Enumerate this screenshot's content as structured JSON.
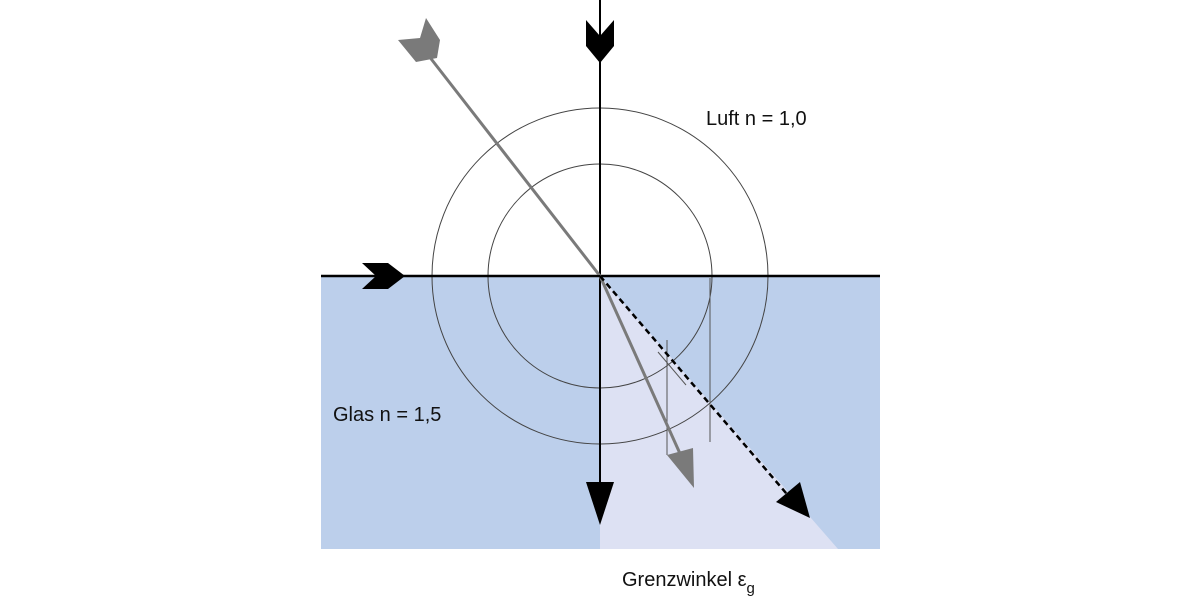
{
  "labels": {
    "air": "Luft n = 1,0",
    "glass": "Glas n = 1,5",
    "critical_angle": "Grenzwinkel ε",
    "critical_angle_subscript": "g"
  },
  "colors": {
    "glass_fill": "#bccfeb",
    "critical_zone_fill": "#dde1f3",
    "ray_black": "#000000",
    "ray_gray": "#7a7a7a",
    "construction_line": "#444444",
    "text": "#111111"
  }
}
